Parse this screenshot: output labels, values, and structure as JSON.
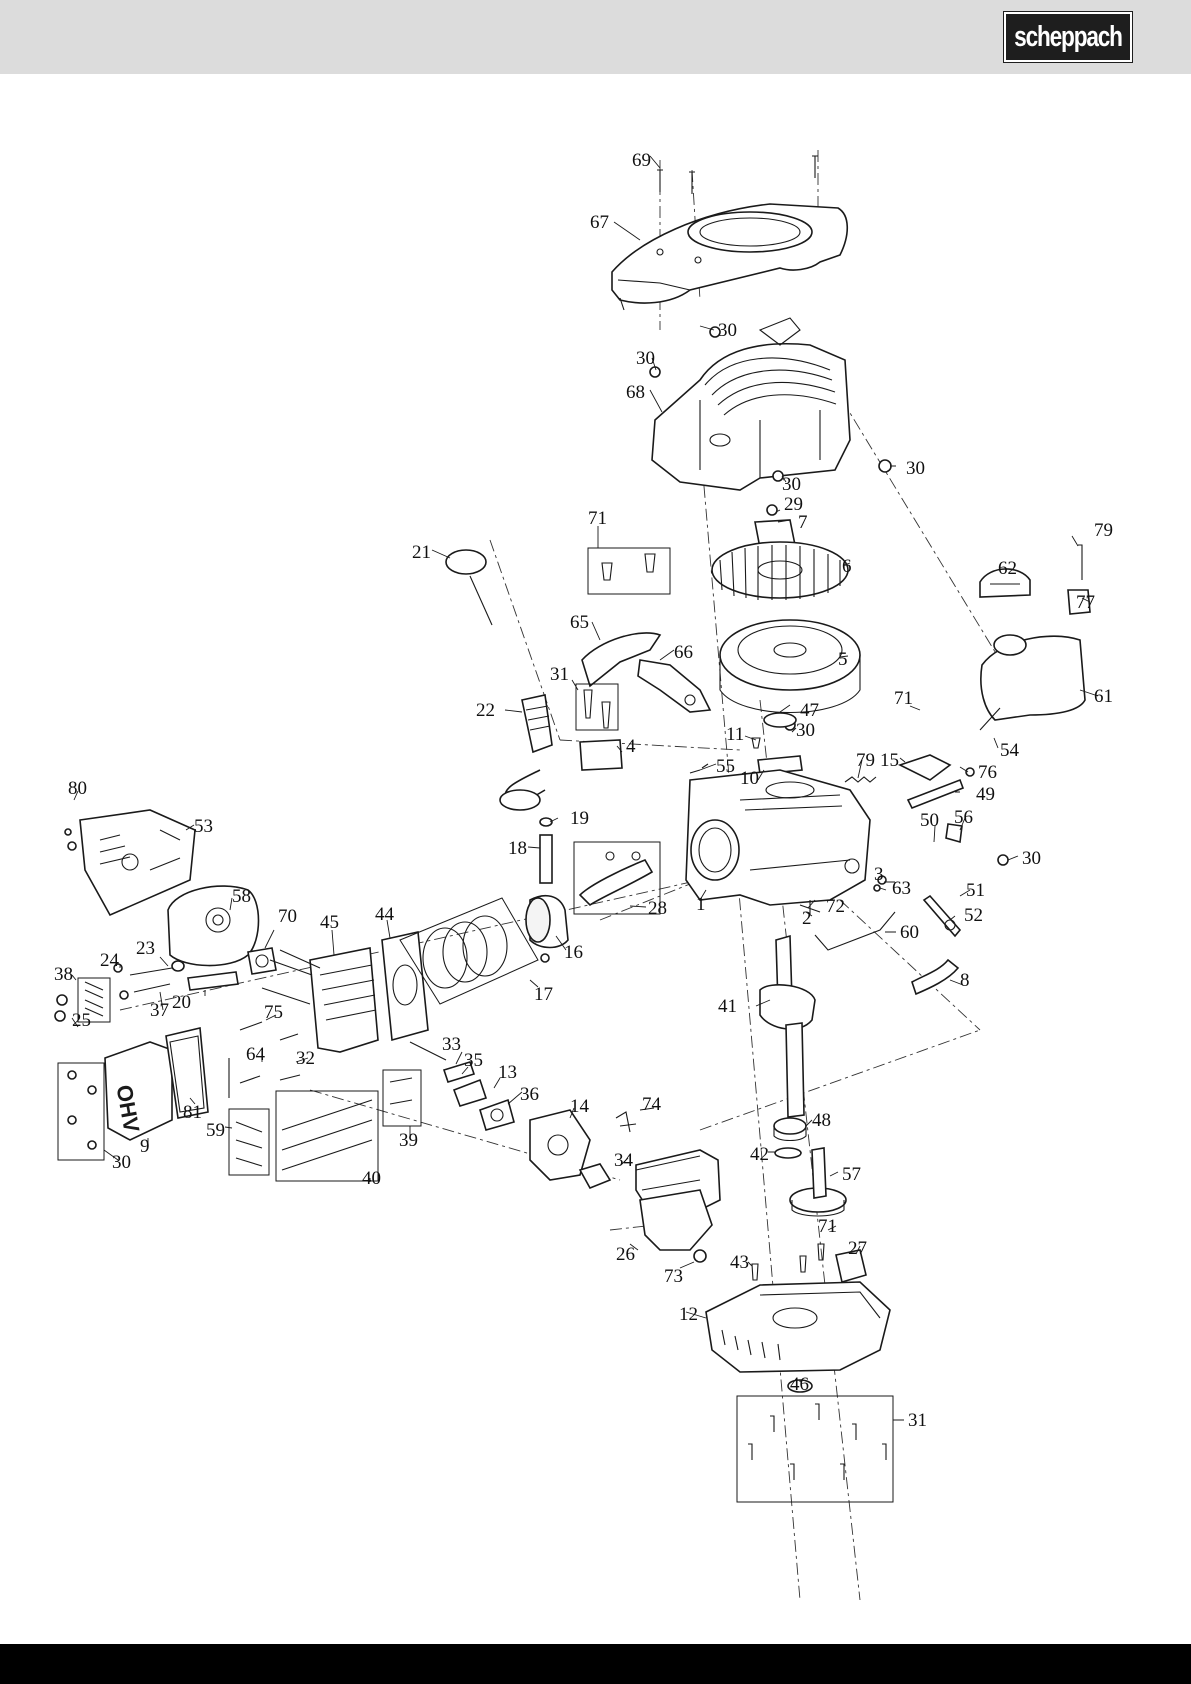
{
  "header": {
    "brand": "scheppach"
  },
  "colors": {
    "header_bg": "#dcdcdc",
    "footer_bg": "#000000",
    "logo_bg": "#1e1e1e",
    "line": "#1a1a1a"
  },
  "diagram": {
    "labels": [
      "69",
      "67",
      "30",
      "30",
      "68",
      "30",
      "30",
      "29",
      "7",
      "71",
      "21",
      "6",
      "65",
      "66",
      "5",
      "79",
      "62",
      "77",
      "61",
      "31",
      "22",
      "47",
      "71",
      "11",
      "30",
      "4",
      "55",
      "10",
      "79",
      "15",
      "54",
      "76",
      "49",
      "80",
      "53",
      "19",
      "18",
      "50",
      "56",
      "30",
      "58",
      "28",
      "3",
      "63",
      "51",
      "72",
      "52",
      "2",
      "1",
      "70",
      "45",
      "44",
      "16",
      "60",
      "24",
      "23",
      "38",
      "37",
      "20",
      "17",
      "8",
      "25",
      "41",
      "75",
      "33",
      "35",
      "64",
      "32",
      "13",
      "74",
      "36",
      "14",
      "81",
      "9",
      "59",
      "39",
      "30",
      "40",
      "48",
      "42",
      "34",
      "57",
      "71",
      "27",
      "26",
      "43",
      "73",
      "12",
      "46",
      "31"
    ],
    "oil_cover_text": "OHV"
  }
}
